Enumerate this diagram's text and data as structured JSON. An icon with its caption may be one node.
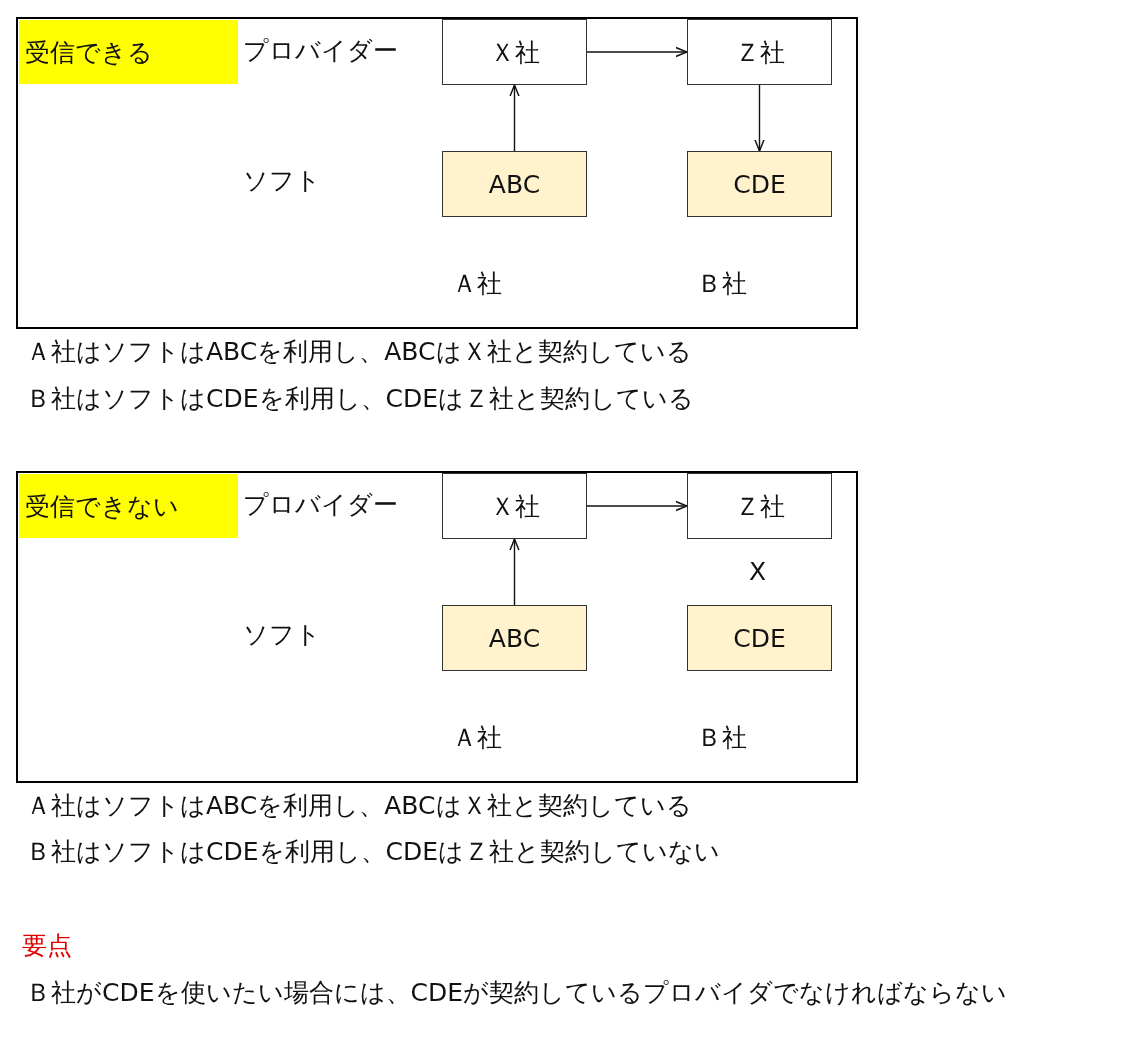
{
  "diagram": {
    "nodes": [
      {
        "text": [],
        "shape": "box"
      },
      {
        "text": [
          "受信できる"
        ],
        "in": 0
      },
      {
        "text": [
          "Ｘ社"
        ],
        "in": 0
      },
      {
        "text": [
          "Ｚ社"
        ],
        "in": 0
      },
      {
        "text": [
          "ABC"
        ],
        "in": 0
      },
      {
        "text": [
          "CDE"
        ],
        "in": 0
      },
      {
        "text": [],
        "shape": "box"
      },
      {
        "text": [
          "受信できない"
        ],
        "in": 6
      },
      {
        "text": [
          "Ｘ社"
        ],
        "in": 6
      },
      {
        "text": [
          "Ｚ社"
        ],
        "in": 6
      },
      {
        "text": [
          "ABC"
        ],
        "in": 6
      },
      {
        "text": [
          "CDE"
        ],
        "in": 6
      }
    ],
    "edges": [
      {
        "from": 2,
        "to": 3,
        "arrow": "to"
      },
      {
        "from": 4,
        "to": 2,
        "arrow": "to"
      },
      {
        "from": 3,
        "to": 5,
        "arrow": "to"
      },
      {
        "from": 8,
        "to": 9,
        "arrow": "to"
      },
      {
        "from": 10,
        "to": 8,
        "arrow": "to"
      }
    ],
    "labels": [
      "プロバイダー",
      "ソフト",
      "Ａ社",
      "Ｂ社",
      "Ａ社はソフトはABCを利用し、ABCはＸ社と契約している",
      "Ｂ社はソフトはCDEを利用し、CDEはＺ社と契約している",
      "プロバイダー",
      "X",
      "ソフト",
      "Ａ社",
      "Ｂ社",
      "Ａ社はソフトはABCを利用し、ABCはＸ社と契約している",
      "Ｂ社はソフトはCDEを利用し、CDEはＺ社と契約していない",
      "要点",
      "Ｂ社がCDEを使いたい場合には、CDEが契約しているプロバイダでなければならない"
    ]
  }
}
